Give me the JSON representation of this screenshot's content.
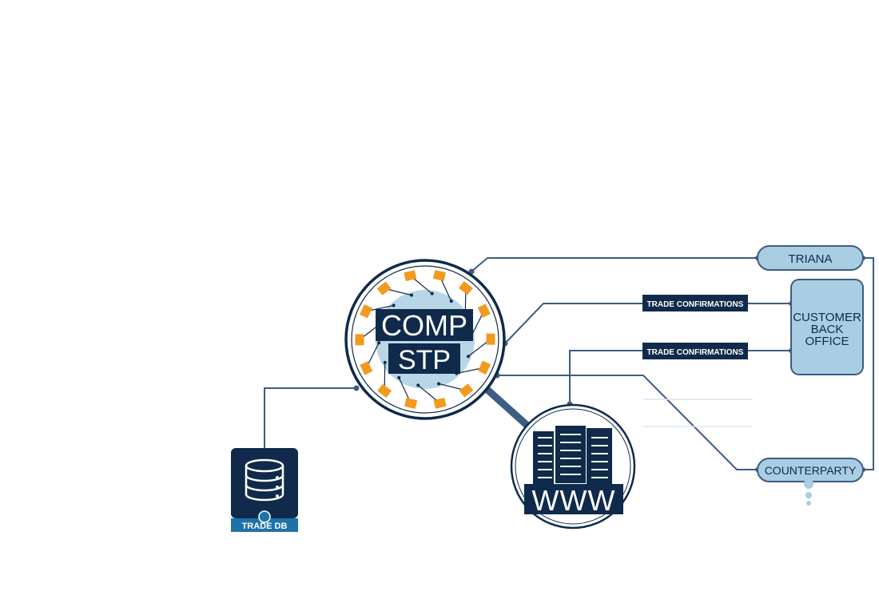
{
  "hub": {
    "line1": "COMP",
    "line2": "STP"
  },
  "nodes": {
    "triana": "TRIANA",
    "customer_back_office": [
      "CUSTOMER",
      "BACK",
      "OFFICE"
    ],
    "counterparty": "COUNTERPARTY",
    "trade_db": "TRADE DB",
    "www": "WWW"
  },
  "labels": {
    "trade_confirmations_1": "TRADE CONFIRMATIONS",
    "trade_confirmations_2": "TRADE CONFIRMATIONS"
  },
  "colors": {
    "navy": "#0f2a4a",
    "line": "#3d5d82",
    "pill_fill": "#a9cde2",
    "hub_fill": "#b8d6e6",
    "orange": "#f39a1e",
    "db_tab": "#1d72a8",
    "faint": "#dfe5ea"
  }
}
